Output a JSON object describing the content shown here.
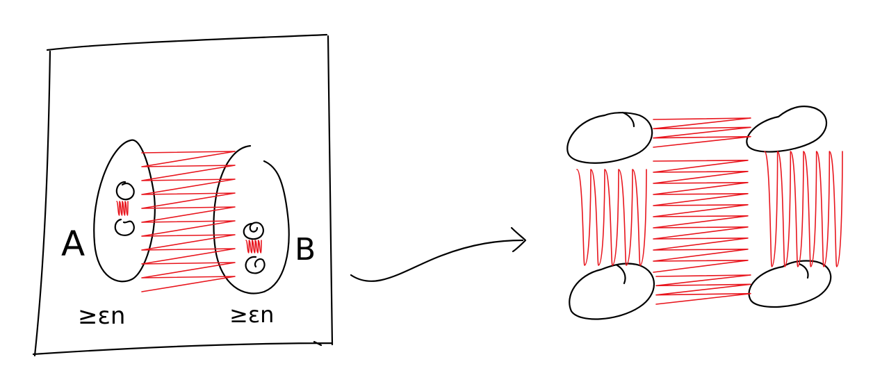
{
  "labels": {
    "set_a": "A",
    "set_b": "B",
    "size_a": "≥εn",
    "size_b": "≥εn"
  },
  "colors": {
    "ink": "#000000",
    "edges": "#e8141c",
    "background": "#ffffff"
  }
}
